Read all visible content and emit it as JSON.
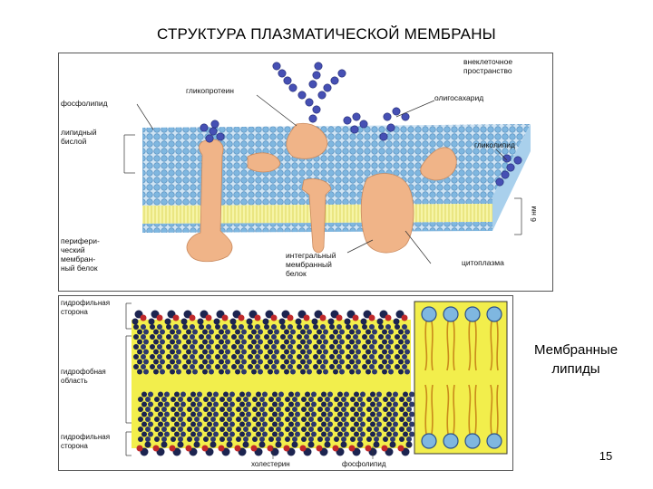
{
  "slide": {
    "title": "СТРУКТУРА ПЛАЗМАТИЧЕСКОЙ МЕМБРАНЫ",
    "side_caption_line1": "Мембранные",
    "side_caption_line2": "липиды",
    "page_number": "15"
  },
  "membrane_diagram": {
    "labels": {
      "extracellular_1": "внеклеточное",
      "extracellular_2": "пространство",
      "glycoprotein": "гликопротеин",
      "phospholipid": "фосфолипид",
      "oligosaccharide": "олигосахарид",
      "bilayer_1": "липидный",
      "bilayer_2": "бислой",
      "glycolipid": "гликолипид",
      "thickness": "6 нм",
      "peripheral_1": "перифери-",
      "peripheral_2": "ческий",
      "peripheral_3": "мембран-",
      "peripheral_4": "ный белок",
      "integral_1": "интегральный",
      "integral_2": "мембранный",
      "integral_3": "белок",
      "cytoplasm": "цитоплазма"
    }
  },
  "lipid_diagram": {
    "labels": {
      "hydrophilic_top_1": "гидрофильная",
      "hydrophilic_top_2": "сторона",
      "hydrophobic_1": "гидрофобная",
      "hydrophobic_2": "область",
      "hydrophilic_bottom_1": "гидрофильная",
      "hydrophilic_bottom_2": "сторона",
      "cholesterol": "холестерин",
      "phospholipid": "фосфолипид"
    }
  },
  "colors": {
    "head_blue": "#7fb7e0",
    "tail_yellow": "#f1ef86",
    "protein_peach": "#f0b488",
    "sugar_blue": "#4650b4",
    "lipid_yellow": "#f2ee4c",
    "atom_dark": "#1c2450"
  }
}
